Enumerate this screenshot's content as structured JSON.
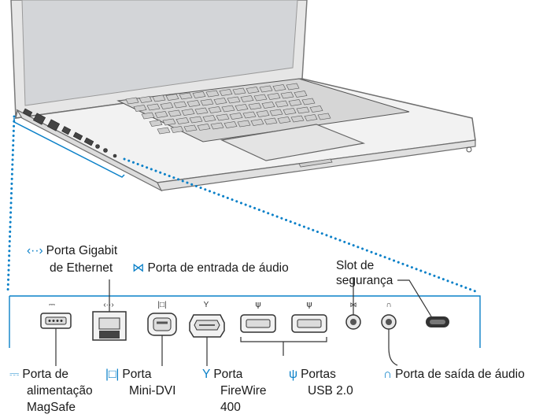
{
  "accent_color": "#0a80c8",
  "labels": {
    "gigabit_ethernet": [
      "Porta Gigabit",
      "de Ethernet"
    ],
    "audio_in": "Porta de entrada de áudio",
    "security_slot": [
      "Slot de",
      "segurança"
    ],
    "magsafe": [
      "Porta de",
      "alimentação",
      "MagSafe"
    ],
    "mini_dvi": [
      "Porta",
      "Mini-DVI"
    ],
    "firewire": [
      "Porta",
      "FireWire",
      "400"
    ],
    "usb": [
      "Portas",
      "USB 2.0"
    ],
    "audio_out": "Porta de saída de áudio"
  },
  "icons": {
    "ethernet": "ethernet-icon",
    "audio_in": "audio-in-icon",
    "magsafe": "power-icon",
    "mini_dvi": "display-icon",
    "firewire": "firewire-icon",
    "usb": "usb-icon",
    "audio_out": "headphones-icon"
  }
}
